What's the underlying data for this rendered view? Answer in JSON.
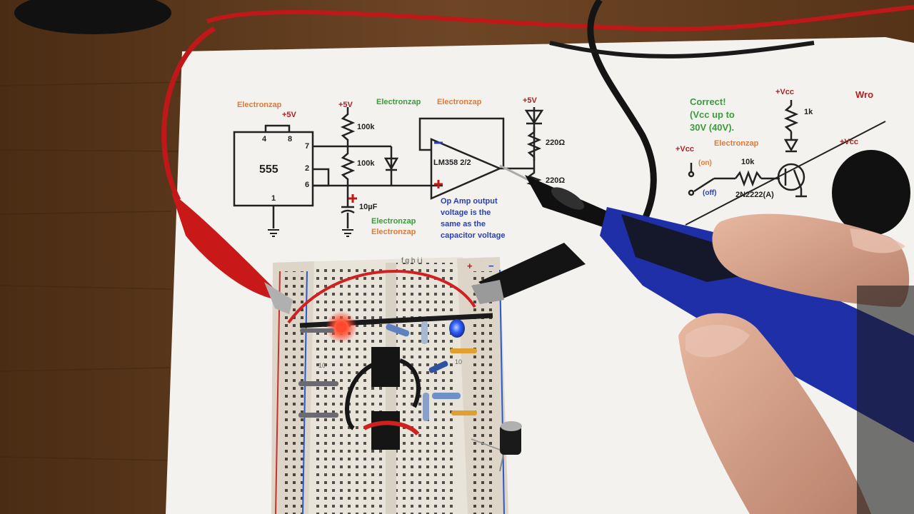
{
  "photo": {
    "schematic_left": {
      "brand_top": "Electronzap",
      "supply_a": "+5V",
      "chip": "555",
      "pin4": "4",
      "pin8": "8",
      "pin7": "7",
      "pin2": "2",
      "pin6": "6",
      "pin1": "1",
      "supply_b": "+5V",
      "r1": "100k",
      "r2": "100k",
      "cap": "10µF",
      "brand_green": "Electronzap",
      "brand_orange": "Electronzap"
    },
    "schematic_mid": {
      "brand_green": "Electronzap",
      "brand_orange": "Electronzap",
      "opamp": "LM358 2/2",
      "supply": "+5V",
      "r3": "220Ω",
      "r4": "220Ω",
      "note_line1": "Op Amp output",
      "note_line2": "voltage is the",
      "note_line3": "same as the",
      "note_line4": "capacitor voltage"
    },
    "schematic_right": {
      "correct_line1": "Correct!",
      "correct_line2": "(Vcc up to",
      "correct_line3": "30V (40V).",
      "vcc_a": "+Vcc",
      "vcc_b": "+Vcc",
      "vcc_c": "+Vcc",
      "on_label": "(on)",
      "off_label": "(off)",
      "brand": "Electronzap",
      "r_base": "10k",
      "r_col": "1k",
      "transistor": "2N2222(A)",
      "wrong": "Wro"
    },
    "breadboard": {
      "col_letters": "f g h i j",
      "row_10a": "10",
      "row_10b": "10",
      "plus": "+",
      "minus": "−"
    },
    "colors": {
      "wood": "#6b4424",
      "paper": "#f2f1ee",
      "red_wire": "#c81818",
      "probe_blue": "#1f2fa8",
      "led_red": "#ff3a2a",
      "led_blue": "#2a5cff",
      "skin": "#d9a48a"
    }
  }
}
